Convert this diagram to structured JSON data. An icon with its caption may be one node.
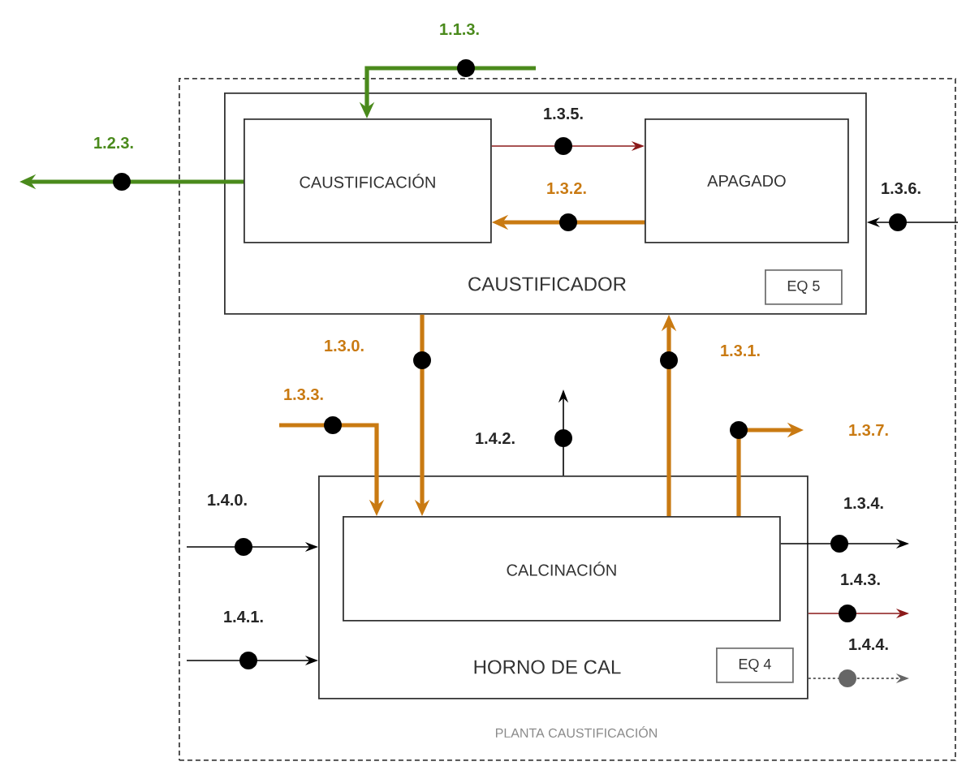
{
  "diagram": {
    "nodes": [
      {
        "text": [
          "PLANTA CAUSTIFICACIÓN"
        ]
      },
      {
        "text": [
          "CAUSTIFICADOR"
        ],
        "in": 0
      },
      {
        "text": [
          "CAUSTIFICACIÓN"
        ],
        "in": 1
      },
      {
        "text": [
          "APAGADO"
        ],
        "in": 1
      },
      {
        "text": [
          "EQ 5"
        ],
        "in": 1
      },
      {
        "text": [
          "HORNO DE CAL"
        ],
        "in": 0
      },
      {
        "text": [
          "CALCINACIÓN"
        ],
        "in": 5
      },
      {
        "text": [
          "EQ 4"
        ],
        "in": 5
      }
    ],
    "edges": [
      {
        "from": null,
        "to": 2,
        "arrow": "to",
        "label": "1.1.3.",
        "style": "thick",
        "color": "#4a8a1c"
      },
      {
        "from": 2,
        "to": null,
        "arrow": "to",
        "label": "1.2.3.",
        "style": "thick",
        "color": "#4a8a1c"
      },
      {
        "from": 2,
        "to": 3,
        "arrow": "to",
        "label": "1.3.5.",
        "color": "#8b1a1a"
      },
      {
        "from": 3,
        "to": 2,
        "arrow": "to",
        "label": "1.3.2.",
        "style": "thick",
        "color": "#c97a12"
      },
      {
        "from": null,
        "to": 1,
        "arrow": "to",
        "label": "1.3.6.",
        "color": "#000000"
      },
      {
        "from": 1,
        "to": 6,
        "arrow": "to",
        "label": "1.3.0.",
        "style": "thick",
        "color": "#c97a12"
      },
      {
        "from": 6,
        "to": 1,
        "arrow": "to",
        "label": "1.3.1.",
        "style": "thick",
        "color": "#c97a12"
      },
      {
        "from": null,
        "to": 6,
        "arrow": "to",
        "label": "1.3.3.",
        "style": "thick",
        "color": "#c97a12"
      },
      {
        "from": 5,
        "to": null,
        "arrow": "to",
        "label": "1.4.2.",
        "color": "#000000"
      },
      {
        "from": 6,
        "to": null,
        "arrow": "to",
        "label": "1.3.7.",
        "style": "thick",
        "color": "#c97a12"
      },
      {
        "from": null,
        "to": 5,
        "arrow": "to",
        "label": "1.4.0.",
        "color": "#000000"
      },
      {
        "from": null,
        "to": 5,
        "arrow": "to",
        "label": "1.4.1.",
        "color": "#000000"
      },
      {
        "from": 6,
        "to": null,
        "arrow": "to",
        "label": "1.3.4.",
        "color": "#000000"
      },
      {
        "from": 5,
        "to": null,
        "arrow": "to",
        "label": "1.4.3.",
        "color": "#8b1a1a"
      },
      {
        "from": 5,
        "to": null,
        "arrow": "to",
        "label": "1.4.4.",
        "style": "dashed",
        "color": "#666666"
      }
    ]
  }
}
